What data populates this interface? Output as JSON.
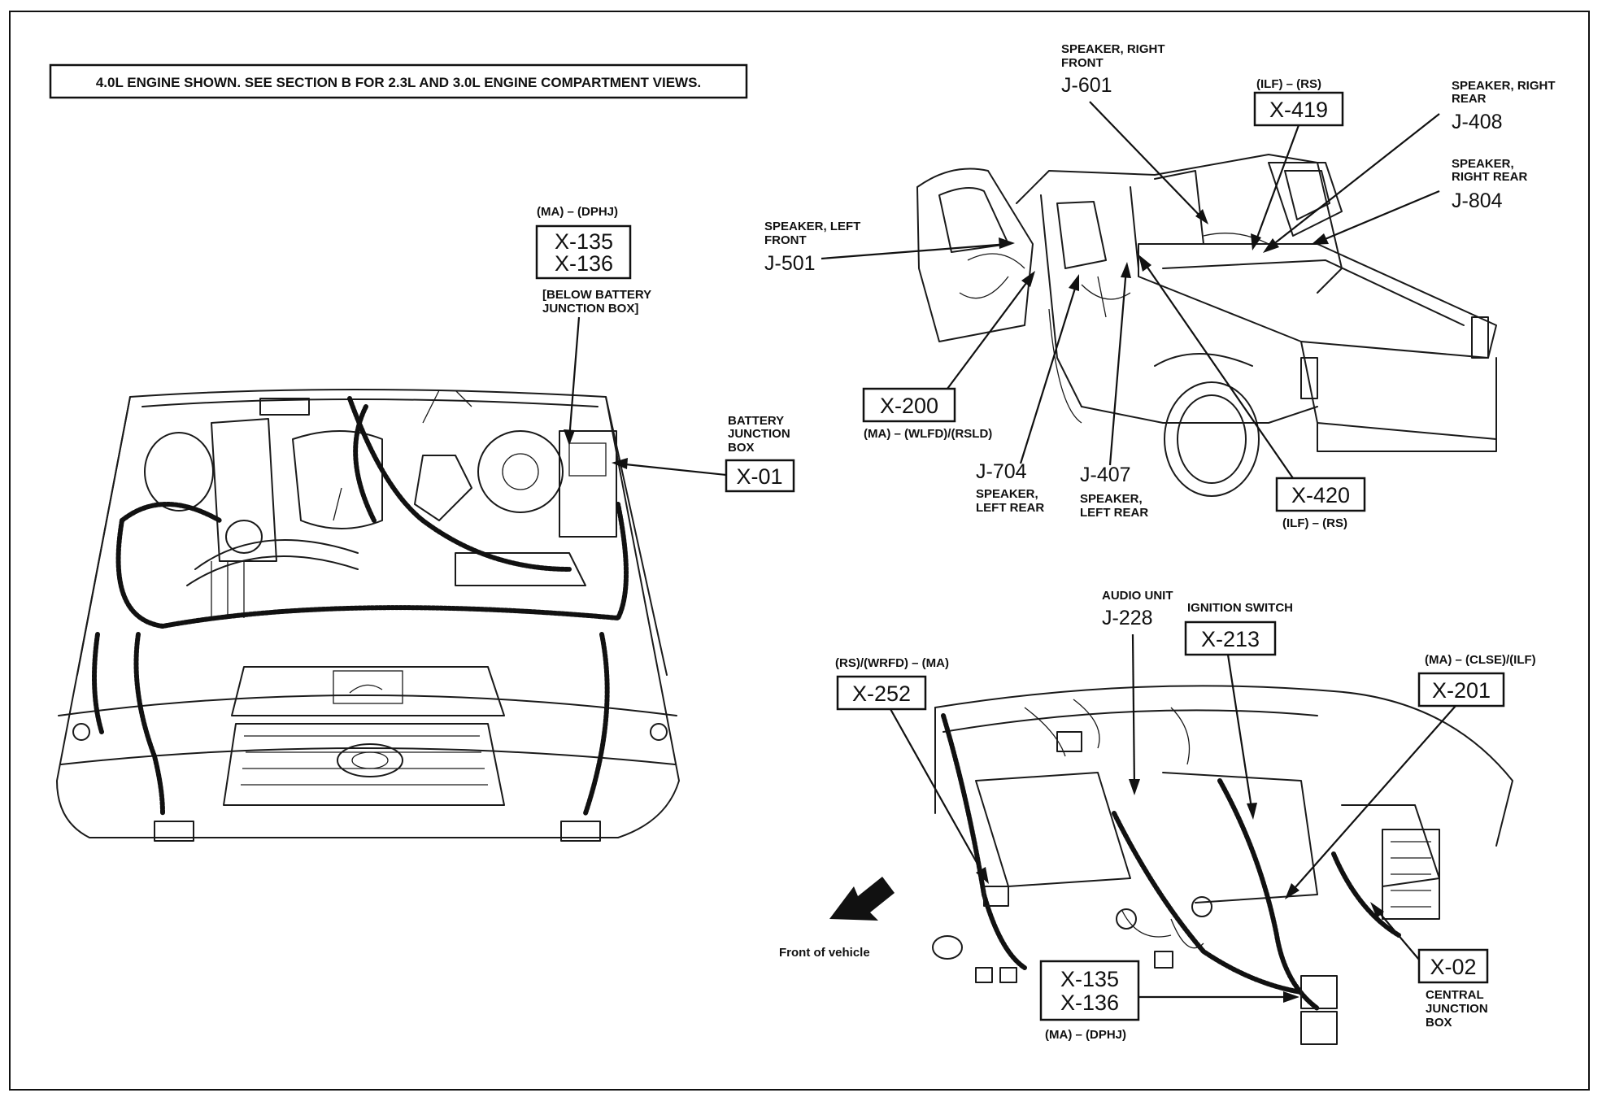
{
  "header_note": "4.0L ENGINE SHOWN. SEE SECTION B FOR 2.3L AND 3.0L ENGINE COMPARTMENT VIEWS.",
  "engine": {
    "x135_top_note": "(MA) – (DPHJ)",
    "x135": "X-135",
    "x136": "X-136",
    "x135_caption_1": "[BELOW BATTERY",
    "x135_caption_2": "JUNCTION BOX]",
    "battery_label_1": "BATTERY",
    "battery_label_2": "JUNCTION",
    "battery_label_3": "BOX",
    "x01": "X-01"
  },
  "truck": {
    "speaker_rf_1": "SPEAKER, RIGHT",
    "speaker_rf_2": "FRONT",
    "j601": "J-601",
    "x419_note": "(ILF) – (RS)",
    "x419": "X-419",
    "speaker_rr_1": "SPEAKER, RIGHT",
    "speaker_rr_2": "REAR",
    "j408": "J-408",
    "speaker_rr2_1": "SPEAKER,",
    "speaker_rr2_2": "RIGHT REAR",
    "j804": "J-804",
    "speaker_lf_1": "SPEAKER, LEFT",
    "speaker_lf_2": "FRONT",
    "j501": "J-501",
    "x200": "X-200",
    "x200_note": "(MA) – (WLFD)/(RSLD)",
    "j704": "J-704",
    "j704_cap_1": "SPEAKER,",
    "j704_cap_2": "LEFT REAR",
    "j407": "J-407",
    "j407_cap_1": "SPEAKER,",
    "j407_cap_2": "LEFT REAR",
    "x420": "X-420",
    "x420_note": "(ILF) – (RS)"
  },
  "dash": {
    "audio_label": "AUDIO UNIT",
    "j228": "J-228",
    "ignition_label": "IGNITION SWITCH",
    "x213": "X-213",
    "x252_note": "(RS)/(WRFD) – (MA)",
    "x252": "X-252",
    "x201_note": "(MA) – (CLSE)/(ILF)",
    "x201": "X-201",
    "front_label": "Front of vehicle",
    "x135": "X-135",
    "x136": "X-136",
    "x135_note": "(MA) – (DPHJ)",
    "x02": "X-02",
    "central_1": "CENTRAL",
    "central_2": "JUNCTION",
    "central_3": "BOX"
  }
}
